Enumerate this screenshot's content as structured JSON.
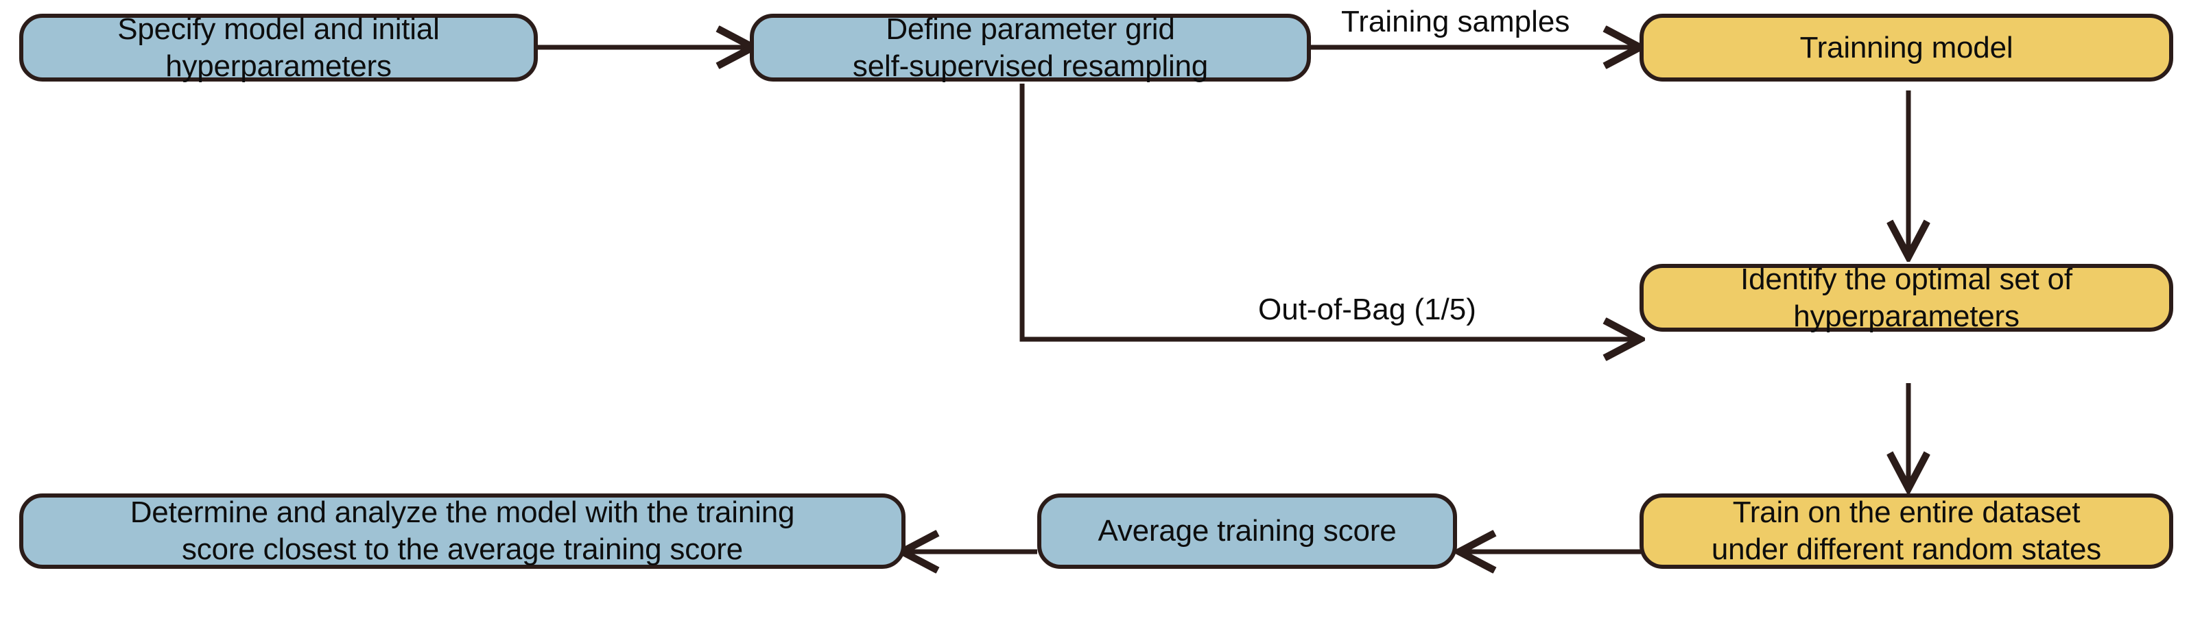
{
  "diagram": {
    "title": "Model training and hyperparameter tuning workflow",
    "type": "flowchart",
    "background_color": "#ffffff",
    "colors": {
      "blue_fill": "#9fc2d4",
      "yellow_fill": "#efcc67",
      "stroke": "#2b1c19",
      "text": "#0d0d0d"
    }
  },
  "nodes": [
    {
      "id": "specify-model",
      "label": "Specify model and initial\nhyperparameters",
      "fill": "#9fc2d4"
    },
    {
      "id": "define-grid",
      "label": "Define parameter grid\nself-supervised resampling",
      "fill": "#9fc2d4"
    },
    {
      "id": "trainning-model",
      "label": "Trainning model",
      "fill": "#efcc67"
    },
    {
      "id": "identify-optimal",
      "label": "Identify the optimal set of\nhyperparameters",
      "fill": "#efcc67"
    },
    {
      "id": "train-entire-dataset",
      "label": "Train on the entire dataset\nunder different random states",
      "fill": "#efcc67"
    },
    {
      "id": "average-score",
      "label": "Average training score",
      "fill": "#9fc2d4"
    },
    {
      "id": "determine-model",
      "label": "Determine and analyze the model with the training\nscore closest to the average training score",
      "fill": "#9fc2d4"
    }
  ],
  "edges": [
    {
      "id": "e1",
      "from": "specify-model",
      "to": "define-grid",
      "label": ""
    },
    {
      "id": "e2",
      "from": "define-grid",
      "to": "trainning-model",
      "label": "Training samples"
    },
    {
      "id": "e3",
      "from": "define-grid",
      "to": "identify-optimal",
      "label": "Out-of-Bag (1/5)"
    },
    {
      "id": "e4",
      "from": "trainning-model",
      "to": "identify-optimal",
      "label": ""
    },
    {
      "id": "e5",
      "from": "identify-optimal",
      "to": "train-entire-dataset",
      "label": ""
    },
    {
      "id": "e6",
      "from": "train-entire-dataset",
      "to": "average-score",
      "label": ""
    },
    {
      "id": "e7",
      "from": "average-score",
      "to": "determine-model",
      "label": ""
    }
  ],
  "edge_labels": {
    "training_samples": "Training samples",
    "out_of_bag": "Out-of-Bag (1/5)"
  }
}
